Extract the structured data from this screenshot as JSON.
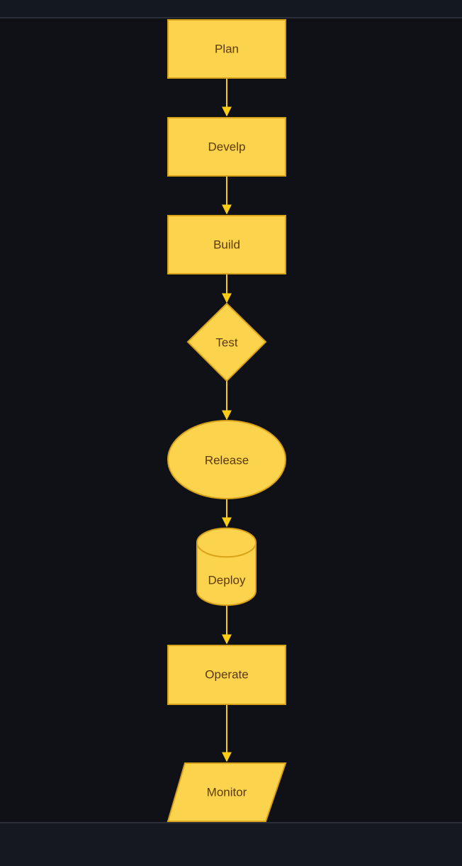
{
  "colors": {
    "background": "#0f1117",
    "node_fill": "#fcd34d",
    "node_stroke": "#d9a21b",
    "text": "#5a3a0a",
    "edge": "#facc15"
  },
  "nodes": [
    {
      "id": "plan",
      "label": "Plan",
      "shape": "rectangle"
    },
    {
      "id": "develop",
      "label": "Develp",
      "shape": "rectangle"
    },
    {
      "id": "build",
      "label": "Build",
      "shape": "rectangle"
    },
    {
      "id": "test",
      "label": "Test",
      "shape": "diamond"
    },
    {
      "id": "release",
      "label": "Release",
      "shape": "ellipse"
    },
    {
      "id": "deploy",
      "label": "Deploy",
      "shape": "cylinder"
    },
    {
      "id": "operate",
      "label": "Operate",
      "shape": "rectangle"
    },
    {
      "id": "monitor",
      "label": "Monitor",
      "shape": "parallelogram"
    }
  ],
  "edges": [
    {
      "from": "plan",
      "to": "develop"
    },
    {
      "from": "develop",
      "to": "build"
    },
    {
      "from": "build",
      "to": "test"
    },
    {
      "from": "test",
      "to": "release"
    },
    {
      "from": "release",
      "to": "deploy"
    },
    {
      "from": "deploy",
      "to": "operate"
    },
    {
      "from": "operate",
      "to": "monitor"
    }
  ]
}
